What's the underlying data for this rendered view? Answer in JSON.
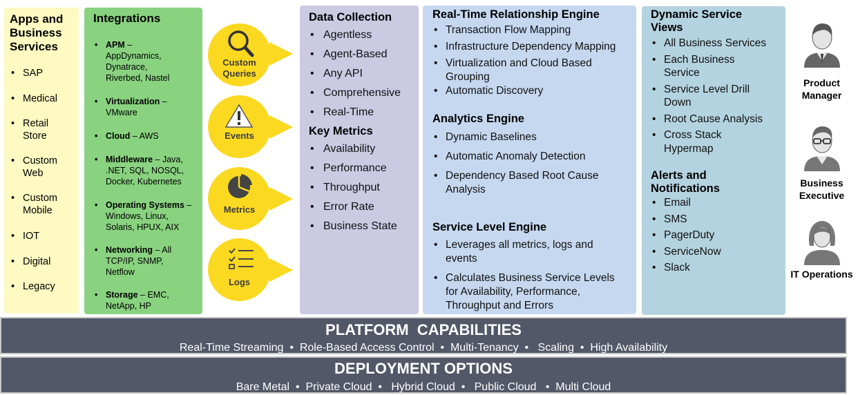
{
  "apps": {
    "title": "Apps and Business Services",
    "items": [
      "SAP",
      "Medical",
      "Retail Store",
      "Custom Web",
      "Custom Mobile",
      "IOT",
      "Digital",
      "Legacy"
    ]
  },
  "integrations": {
    "title": "Integrations",
    "items": [
      {
        "head": "APM",
        "rest": " – AppDynamics, Dynatrace, Riverbed, Nastel"
      },
      {
        "head": "Virtualization",
        "rest": " – VMware"
      },
      {
        "head": "Cloud",
        "rest": " – AWS"
      },
      {
        "head": "Middleware",
        "rest": " – Java, .NET, SQL, NOSQL, Docker, Kubernetes"
      },
      {
        "head": "Operating Systems",
        "rest": " – Windows, Linux, Solaris, HPUX, AIX"
      },
      {
        "head": "Networking",
        "rest": " – All TCP/IP, SNMP, Netflow"
      },
      {
        "head": "Storage",
        "rest": " – EMC, NetApp, HP"
      }
    ]
  },
  "inputs": [
    {
      "label": "Custom Queries",
      "icon": "magnifier-icon"
    },
    {
      "label": "Events",
      "icon": "warning-icon"
    },
    {
      "label": "Metrics",
      "icon": "pie-chart-icon"
    },
    {
      "label": "Logs",
      "icon": "checklist-icon"
    }
  ],
  "data_collection": {
    "title": "Data Collection",
    "items": [
      "Agentless",
      "Agent-Based",
      "Any API",
      "Comprehensive",
      "Real-Time"
    ],
    "metrics_title": "Key Metrics",
    "metrics": [
      "Availability",
      "Performance",
      "Throughput",
      "Error Rate",
      "Business State"
    ]
  },
  "engines": {
    "rt_title": "Real-Time Relationship Engine",
    "rt_items": [
      "Transaction Flow Mapping",
      "Infrastructure Dependency Mapping",
      "Virtualization and Cloud Based Grouping",
      "Automatic Discovery"
    ],
    "an_title": "Analytics Engine",
    "an_items": [
      "Dynamic Baselines",
      "Automatic Anomaly Detection",
      "Dependency Based Root Cause Analysis"
    ],
    "sl_title": "Service Level Engine",
    "sl_items": [
      "Leverages all metrics, logs and events",
      "Calculates Business Service Levels for Availability, Performance, Throughput and Errors"
    ]
  },
  "dsv": {
    "title": "Dynamic Service Views",
    "items": [
      "All Business Services",
      "Each Business Service",
      "Service Level Drill Down",
      "Root Cause Analysis",
      "Cross Stack Hypermap"
    ],
    "alerts_title": "Alerts and Notifications",
    "alerts": [
      "Email",
      "SMS",
      "PagerDuty",
      "ServiceNow",
      "Slack"
    ]
  },
  "personas": [
    "Product Manager",
    "Business Executive",
    "IT Operations"
  ],
  "platform": {
    "title": "PLATFORM  CAPABILITIES",
    "items": "Real-Time Streaming  •  Role-Based Access Control  •  Multi-Tenancy  •   Scaling  •  High Availability"
  },
  "deployment": {
    "title": "DEPLOYMENT OPTIONS",
    "items": "Bare Metal  •  Private Cloud  •   Hybrid Cloud  •   Public Cloud   •  Multi Cloud"
  },
  "colors": {
    "apps_bg": "#fefac2",
    "integrations_bg": "#89d280",
    "circle": "#fbd921",
    "data_collection_bg": "#ccc9e2",
    "engines_bg": "#c6d8f0",
    "dsv_bg": "#b4d3e0",
    "bar_bg": "#535868"
  }
}
